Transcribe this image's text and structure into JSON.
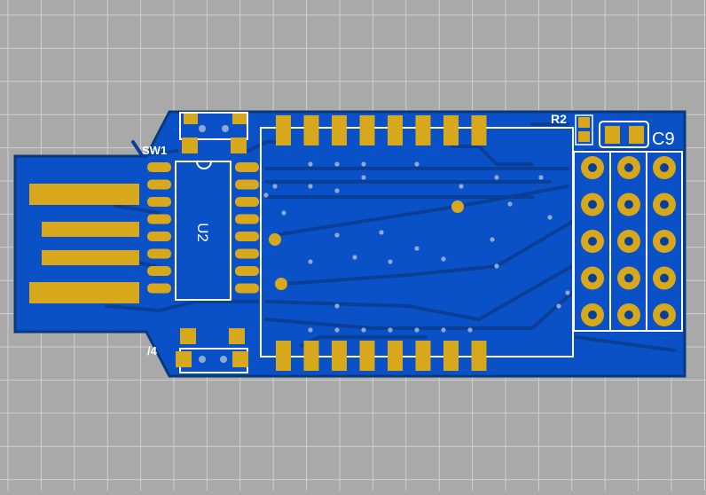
{
  "colors": {
    "background": "#a9a9a9",
    "grid": "#d0d0d0",
    "board_edge": "#083a7a",
    "copper": "#0a51c8",
    "copper_dark": "#0a3f98",
    "trace": "#0b4ab8",
    "pad": "#d8a81c",
    "silkscreen": "#ffffff",
    "via": "#8ea9d0"
  },
  "labels": {
    "sw1": "SW1",
    "u2": "U2",
    "r2": "R2",
    "c9": "C9",
    "sw4_partial": "/4"
  }
}
